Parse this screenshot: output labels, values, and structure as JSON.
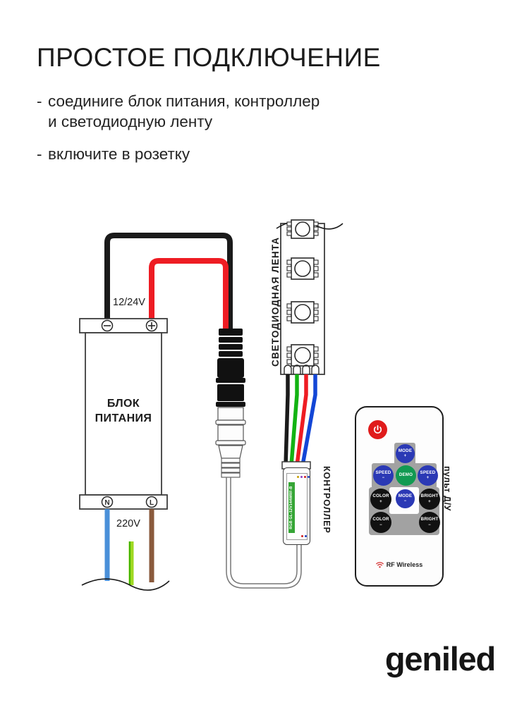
{
  "header": {
    "title": "ПРОСТОЕ ПОДКЛЮЧЕНИЕ",
    "bullets": [
      {
        "dash": "-",
        "text": "соединиге блок питания, контроллер\n и светодиодную ленту"
      },
      {
        "dash": "-",
        "text": "включите в розетку"
      }
    ]
  },
  "diagram": {
    "power_supply": {
      "name": "БЛОК\nПИТАНИЯ",
      "dc_label": "12/24V",
      "ac_label": "220V",
      "terminals_top": [
        {
          "symbol": "⊖",
          "name": "minus"
        },
        {
          "symbol": "⊕",
          "name": "plus"
        }
      ],
      "terminals_bottom": [
        {
          "symbol": "N",
          "name": "neutral"
        },
        {
          "symbol": "L",
          "name": "live"
        }
      ],
      "wires_dc": [
        {
          "name": "negative",
          "color": "#1a1a1a"
        },
        {
          "name": "positive",
          "color": "#ee1c23"
        }
      ],
      "wires_ac": [
        {
          "name": "neutral",
          "color": "#4a90d9"
        },
        {
          "name": "earth",
          "color": "#9fd923"
        },
        {
          "name": "live",
          "color": "#8a5a3c"
        }
      ]
    },
    "led_strip": {
      "label": "СВЕТОДИОДНАЯ ЛЕНТА",
      "led_count": 4,
      "out_wires": [
        {
          "name": "common",
          "color": "#1a1a1a"
        },
        {
          "name": "green",
          "color": "#13b313"
        },
        {
          "name": "red",
          "color": "#ee1c23"
        },
        {
          "name": "blue",
          "color": "#1346d6"
        }
      ]
    },
    "controller": {
      "label": "КОНТРОЛЛЕР",
      "board_text": "RGB GL-12V144WRF-B",
      "led_indicators": [
        {
          "color": "#c8a000"
        },
        {
          "color": "#8a3fc0"
        },
        {
          "color": "#d02020"
        },
        {
          "color": "#2040c0"
        }
      ],
      "bottom_indicators": [
        {
          "color": "#d02020"
        },
        {
          "color": "#2040c0"
        }
      ]
    },
    "remote": {
      "label": "пульт Д/У",
      "footer_text": "RF Wireless",
      "power_button": {
        "name": "power",
        "color": "#e01b1b"
      },
      "buttons": [
        {
          "id": "mode-plus",
          "label": "MODE",
          "sym": "+",
          "color": "blue"
        },
        {
          "id": "speed-minus",
          "label": "SPEED",
          "sym": "−",
          "color": "blue"
        },
        {
          "id": "demo",
          "label": "DEMO",
          "sym": "",
          "color": "green"
        },
        {
          "id": "speed-plus",
          "label": "SPEED",
          "sym": "+",
          "color": "blue"
        },
        {
          "id": "color-plus",
          "label": "COLOR",
          "sym": "+",
          "color": "black"
        },
        {
          "id": "mode-minus",
          "label": "MODE",
          "sym": "−",
          "color": "blue"
        },
        {
          "id": "bright-plus",
          "label": "BRIGHT",
          "sym": "+",
          "color": "black"
        },
        {
          "id": "color-minus",
          "label": "COLOR",
          "sym": "−",
          "color": "black"
        },
        {
          "id": "bright-minus",
          "label": "BRIGHT",
          "sym": "−",
          "color": "black"
        }
      ]
    }
  },
  "brand": {
    "logo": "geniled"
  },
  "colors": {
    "black_wire": "#1a1a1a",
    "red_wire": "#ee1c23",
    "green_wire": "#13b313",
    "blue_wire": "#1346d6",
    "neutral_blue": "#4a90d9",
    "earth_green": "#9fd923",
    "live_brown": "#8a5a3c",
    "outline": "#3d3d3d",
    "remote_pad": "#a2a2a2",
    "button_blue": "#2b39b5",
    "button_green": "#129a52",
    "button_black": "#111111",
    "power_red": "#e01b1b"
  }
}
